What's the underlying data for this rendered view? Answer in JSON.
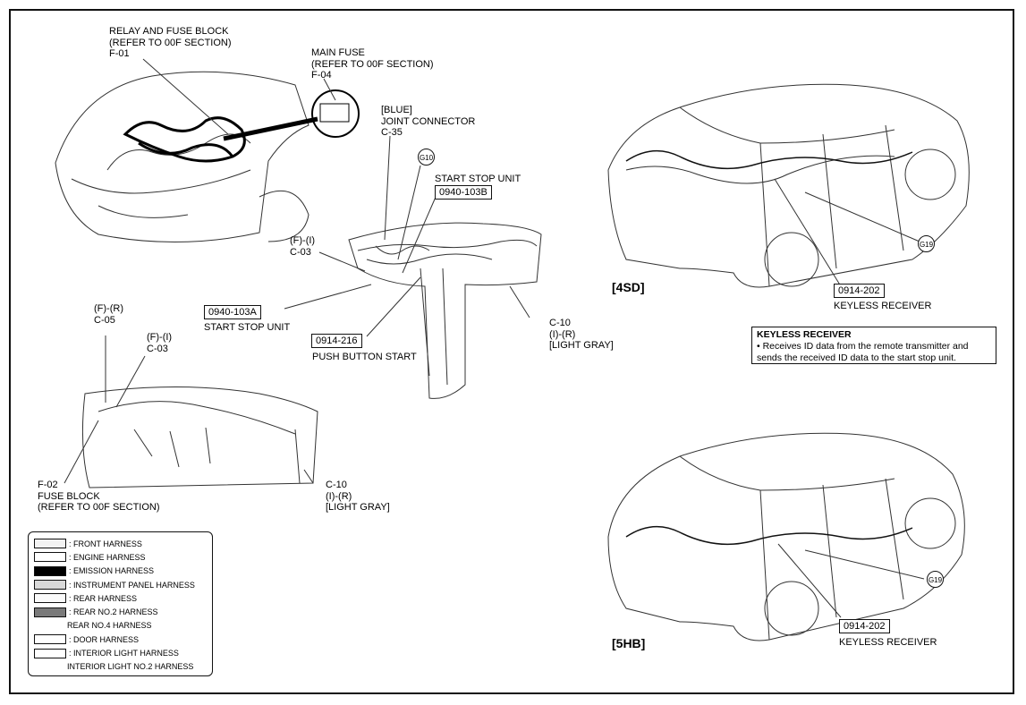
{
  "labels": {
    "relay_fuse_block": [
      "RELAY AND FUSE BLOCK",
      "(REFER TO 00F SECTION)",
      "F-01"
    ],
    "main_fuse": [
      "MAIN FUSE",
      "(REFER TO 00F SECTION)",
      "F-04"
    ],
    "joint_connector": [
      "[BLUE]",
      "JOINT CONNECTOR",
      "C-35"
    ],
    "start_stop_unit_top": "START STOP UNIT",
    "start_stop_unit_top_code": "0940-103B",
    "fi_c03_top": [
      "(F)-(I)",
      "C-03"
    ],
    "start_stop_unit_bottom_code": "0940-103A",
    "start_stop_unit_bottom": "START STOP UNIT",
    "push_button_code": "0914-216",
    "push_button": "PUSH BUTTON START",
    "c10_top": [
      "C-10",
      "(I)-(R)",
      "[LIGHT GRAY]"
    ],
    "fr_c05": [
      "(F)-(R)",
      "C-05"
    ],
    "fi_c03_left": [
      "(F)-(I)",
      "C-03"
    ],
    "fuse_block": [
      "F-02",
      "FUSE BLOCK",
      "(REFER TO 00F SECTION)"
    ],
    "c10_bottom": [
      "C-10",
      "(I)-(R)",
      "[LIGHT GRAY]"
    ],
    "sd_tag": "[4SD]",
    "hb_tag": "[5HB]",
    "keyless_code_sd": "0914-202",
    "keyless_label_sd": "KEYLESS RECEIVER",
    "keyless_code_hb": "0914-202",
    "keyless_label_hb": "KEYLESS RECEIVER",
    "ground_g10": "G10",
    "ground_g19_sd": "G19",
    "ground_g19_hb": "G19"
  },
  "keyless_note": {
    "title": "KEYLESS RECEIVER",
    "lines": [
      "• Receives ID data from the remote transmitter and",
      "sends the received ID data to the start stop unit."
    ]
  },
  "legend": [
    {
      "label": ": FRONT HARNESS",
      "swatch": "#f3f3f3"
    },
    {
      "label": ": ENGINE HARNESS",
      "swatch": "#ffffff"
    },
    {
      "label": ": EMISSION HARNESS",
      "swatch": "#000000"
    },
    {
      "label": ": INSTRUMENT PANEL HARNESS",
      "swatch": "#d9d9d9"
    },
    {
      "label": ": REAR HARNESS",
      "swatch": "#fafafa"
    },
    {
      "label": ": REAR NO.2 HARNESS",
      "swatch": "#7a7a7a"
    },
    {
      "label": "REAR NO.4 HARNESS",
      "swatch": "none"
    },
    {
      "label": ": DOOR HARNESS",
      "swatch": "#ffffff"
    },
    {
      "label": ": INTERIOR LIGHT HARNESS",
      "swatch": "#ffffff"
    },
    {
      "label": "INTERIOR LIGHT NO.2 HARNESS",
      "swatch": "none"
    }
  ]
}
